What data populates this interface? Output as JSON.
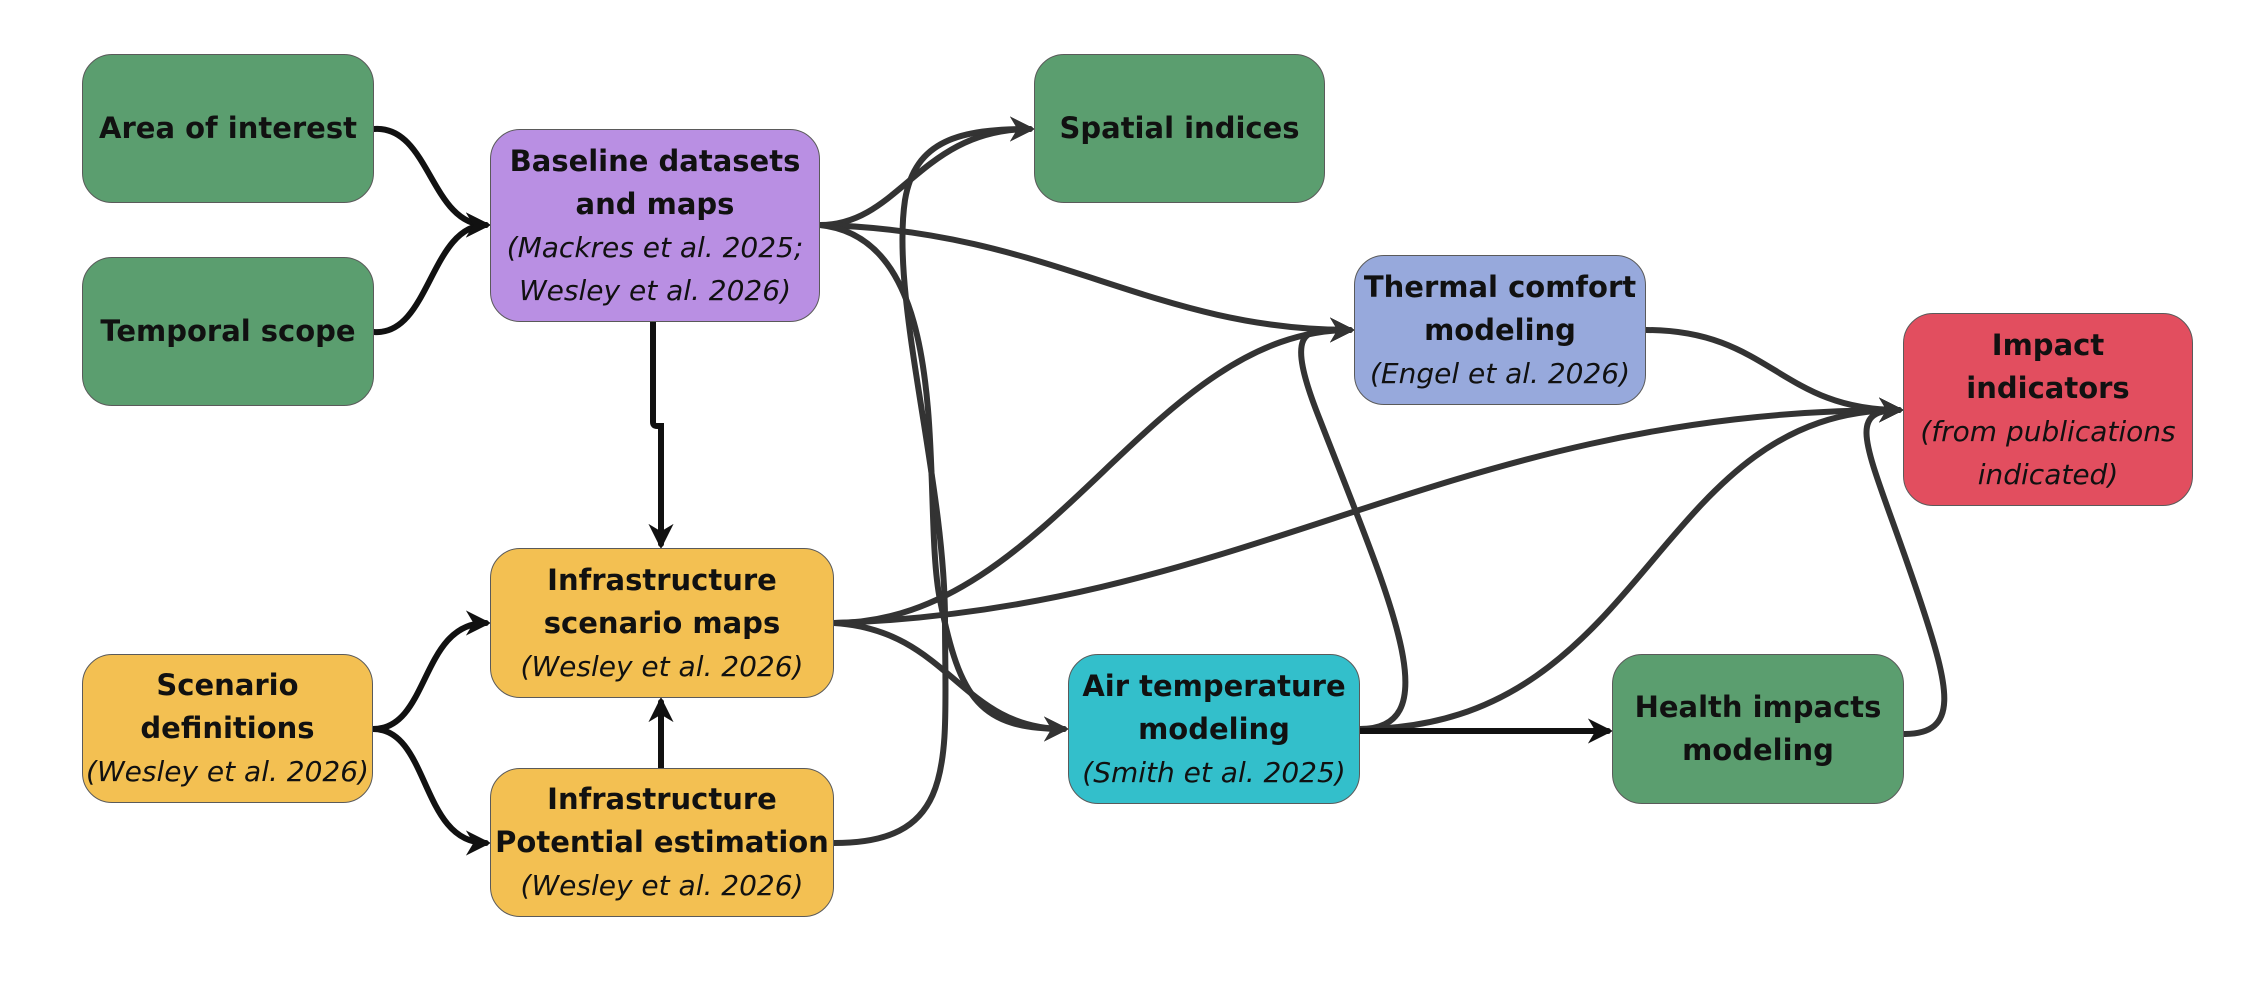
{
  "colors": {
    "input_green": "#5b9e6f",
    "baseline_purple": "#b98fe3",
    "scenario_yellow": "#f3c052",
    "thermal_blue": "#97a9dc",
    "impact_red": "#e24e5f",
    "air_cyan": "#33bfcb",
    "edge_dark": "#333333",
    "edge_black": "#111111"
  },
  "nodes": {
    "area_of_interest": {
      "title": "Area of interest"
    },
    "temporal_scope": {
      "title": "Temporal scope"
    },
    "baseline": {
      "title_1": "Baseline datasets",
      "title_2": "and maps",
      "cite_1": "(Mackres et al. 2025;",
      "cite_2": "Wesley et al. 2026)"
    },
    "spatial_indices": {
      "title": "Spatial indices"
    },
    "thermal_comfort": {
      "title_1": "Thermal comfort",
      "title_2": "modeling",
      "cite": "(Engel et al. 2026)"
    },
    "impact_indicators": {
      "title_1": "Impact",
      "title_2": "indicators",
      "cite_1": "(from publications",
      "cite_2": "indicated)"
    },
    "scenario_definitions": {
      "title_1": "Scenario",
      "title_2": "definitions",
      "cite": "(Wesley et al. 2026)"
    },
    "infra_scenario_maps": {
      "title_1": "Infrastructure",
      "title_2": "scenario maps",
      "cite": "(Wesley et al. 2026)"
    },
    "infra_potential": {
      "title_1": "Infrastructure",
      "title_2": "Potential estimation",
      "cite": "(Wesley et al. 2026)"
    },
    "air_temperature": {
      "title_1": "Air temperature",
      "title_2": "modeling",
      "cite": "(Smith et al. 2025)"
    },
    "health_impacts": {
      "title_1": "Health impacts",
      "title_2": "modeling"
    }
  },
  "edges": [
    {
      "from": "area_of_interest",
      "to": "baseline",
      "color": "#111111"
    },
    {
      "from": "temporal_scope",
      "to": "baseline",
      "color": "#111111"
    },
    {
      "from": "baseline",
      "to": "infra_scenario_maps",
      "color": "#111111"
    },
    {
      "from": "scenario_definitions",
      "to": "infra_scenario_maps",
      "color": "#111111"
    },
    {
      "from": "scenario_definitions",
      "to": "infra_potential",
      "color": "#111111"
    },
    {
      "from": "infra_potential",
      "to": "infra_scenario_maps",
      "color": "#111111"
    },
    {
      "from": "baseline",
      "to": "spatial_indices",
      "color": "#333333"
    },
    {
      "from": "baseline",
      "to": "thermal_comfort",
      "color": "#333333"
    },
    {
      "from": "baseline",
      "to": "air_temperature",
      "color": "#333333"
    },
    {
      "from": "infra_potential",
      "to": "spatial_indices",
      "color": "#333333"
    },
    {
      "from": "infra_scenario_maps",
      "to": "thermal_comfort",
      "color": "#333333"
    },
    {
      "from": "infra_scenario_maps",
      "to": "impact_indicators",
      "color": "#333333"
    },
    {
      "from": "infra_scenario_maps",
      "to": "air_temperature",
      "color": "#333333"
    },
    {
      "from": "air_temperature",
      "to": "thermal_comfort",
      "color": "#333333"
    },
    {
      "from": "air_temperature",
      "to": "impact_indicators",
      "color": "#333333"
    },
    {
      "from": "air_temperature",
      "to": "health_impacts",
      "color": "#111111"
    },
    {
      "from": "thermal_comfort",
      "to": "impact_indicators",
      "color": "#333333"
    },
    {
      "from": "health_impacts",
      "to": "impact_indicators",
      "color": "#333333"
    }
  ]
}
